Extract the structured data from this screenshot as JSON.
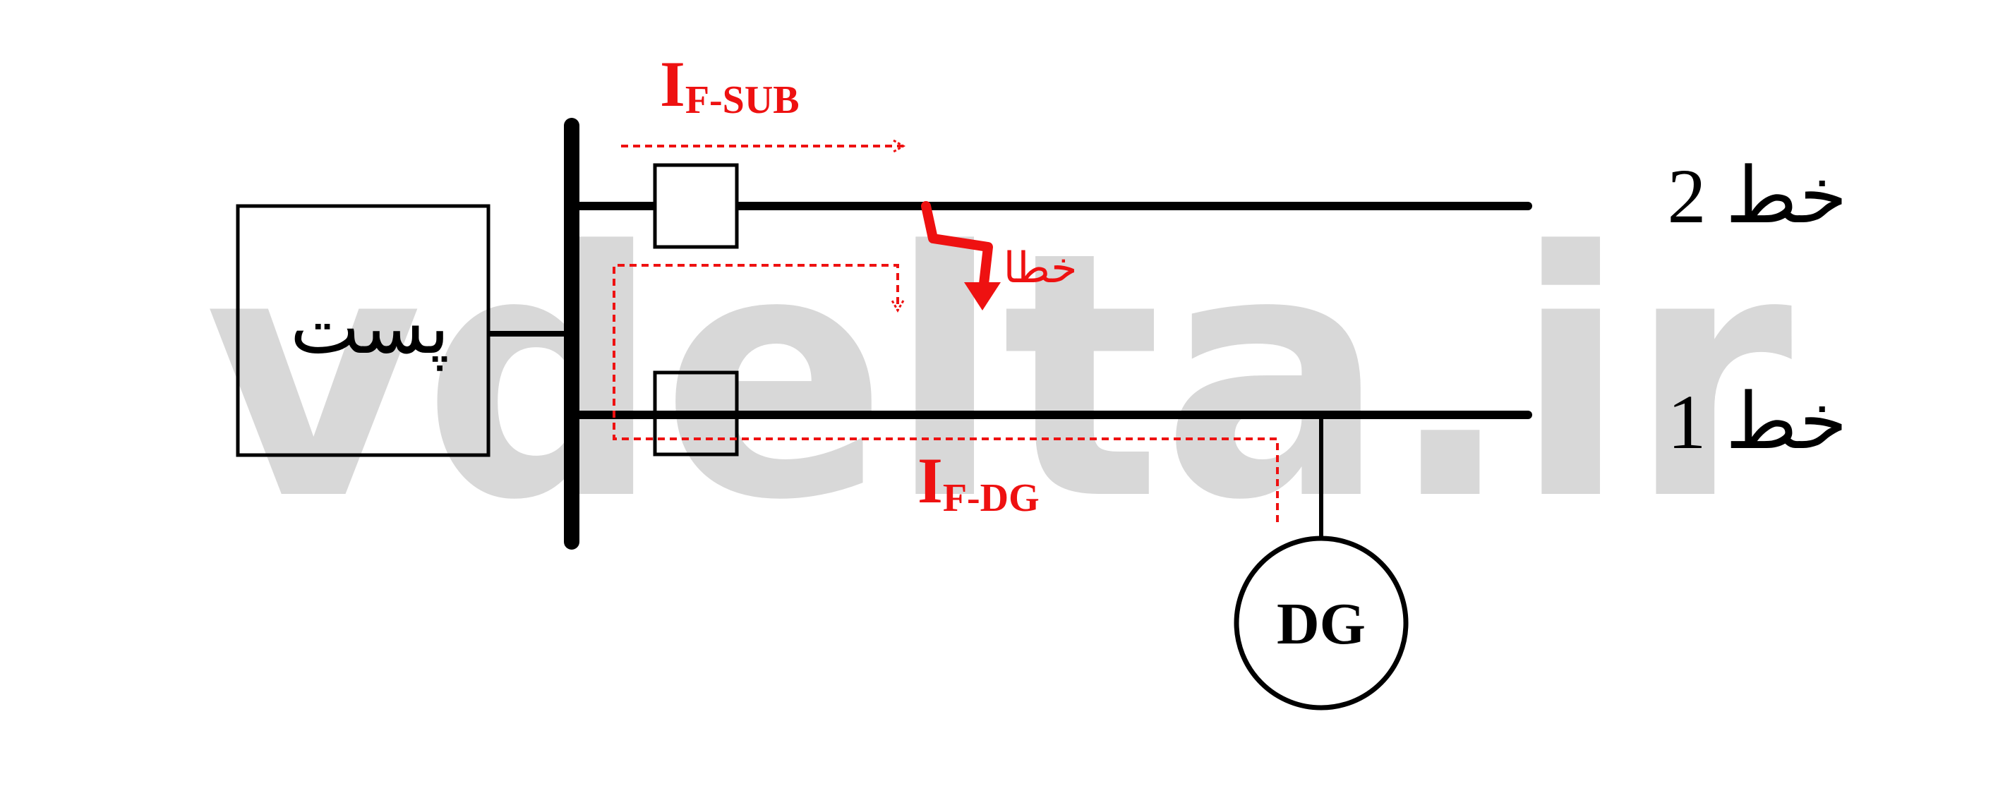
{
  "watermark": {
    "text": "vdelta.ir",
    "color": "#d8d8d8"
  },
  "substation": {
    "label": "پست"
  },
  "lines": {
    "line2": {
      "label": "خط 2"
    },
    "line1": {
      "label": "خط 1"
    }
  },
  "fault": {
    "label": "خطا",
    "color": "#ee1111"
  },
  "currents": {
    "sub": {
      "main": "I",
      "sub": "F-SUB"
    },
    "dg": {
      "main": "I",
      "sub": "F-DG"
    }
  },
  "generator": {
    "label": "DG"
  },
  "colors": {
    "lines": "#000000",
    "current_paths": "#ee1111"
  }
}
